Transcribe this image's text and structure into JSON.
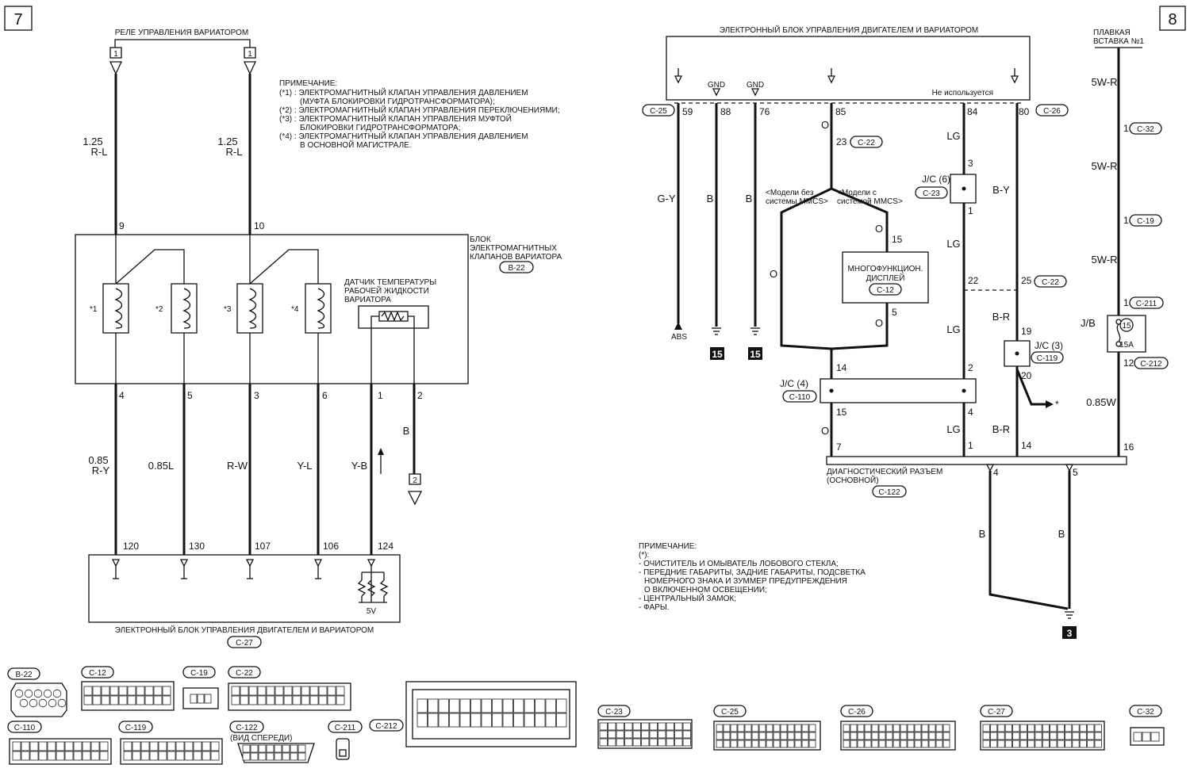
{
  "page_left": {
    "number": "7"
  },
  "page_right": {
    "number": "8"
  },
  "left": {
    "relay_title": "РЕЛЕ УПРАВЛЕНИЯ ВАРИАТОРОМ",
    "relay_ref": "1",
    "note_title": "ПРИМЕЧАНИЕ:",
    "notes": [
      "(*1) : ЭЛЕКТРОМАГНИТНЫЙ КЛАПАН УПРАВЛЕНИЯ ДАВЛЕНИЕМ",
      "(МУФТА БЛОКИРОВКИ ГИДРОТРАНСФОРМАТОРА);",
      "(*2) : ЭЛЕКТРОМАГНИТНЫЙ КЛАПАН УПРАВЛЕНИЯ ПЕРЕКЛЮЧЕНИЯМИ;",
      "(*3) : ЭЛЕКТРОМАГНИТНЫЙ КЛАПАН УПРАВЛЕНИЯ МУФТОЙ",
      "БЛОКИРОВКИ ГИДРОТРАНСФОРМАТОРА;",
      "(*4) : ЭЛЕКТРОМАГНИТНЫЙ КЛАПАН УПРАВЛЕНИЯ ДАВЛЕНИЕМ",
      "В ОСНОВНОЙ МАГИСТРАЛЕ."
    ],
    "wire_size_top": "1.25",
    "wire_color_top": "R-L",
    "pin_in_a": "9",
    "pin_in_b": "10",
    "block_label": [
      "БЛОК",
      "ЭЛЕКТРОМАГНИТНЫХ",
      "КЛАПАНОВ ВАРИАТОРА"
    ],
    "block_conn": "B-22",
    "solenoids": [
      "*1",
      "*2",
      "*3",
      "*4"
    ],
    "sensor_label": [
      "ДАТЧИК ТЕМПЕРАТУРЫ",
      "РАБОЧЕЙ ЖИДКОСТИ",
      "ВАРИАТОРА"
    ],
    "block_pins": [
      "4",
      "5",
      "3",
      "6",
      "1",
      "2"
    ],
    "wire_labels": [
      {
        "size": "0.85",
        "color": "R-Y"
      },
      {
        "size": "",
        "color": "0.85L"
      },
      {
        "size": "",
        "color": "R-W"
      },
      {
        "size": "",
        "color": "Y-L"
      },
      {
        "size": "",
        "color": "Y-B"
      },
      {
        "size": "",
        "color": "B"
      }
    ],
    "ground_ref": "2",
    "ecu_pins": [
      "120",
      "130",
      "107",
      "106",
      "124"
    ],
    "ecu_voltage": "5V",
    "ecu_label": "ЭЛЕКТРОННЫЙ БЛОК УПРАВЛЕНИЯ ДВИГАТЕЛЕМ И ВАРИАТОРОМ",
    "ecu_conn": "C-27"
  },
  "right": {
    "ecu_label": "ЭЛЕКТРОННЫЙ БЛОК УПРАВЛЕНИЯ ДВИГАТЕЛЕМ И ВАРИАТОРОМ",
    "gnd_a": "GND",
    "gnd_b": "GND",
    "not_used": "Не используется",
    "conn_c25": "C-25",
    "conn_c26": "C-26",
    "pins_top": [
      "59",
      "88",
      "76",
      "85",
      "84",
      "80"
    ],
    "wire_colors": [
      "G-Y",
      "B",
      "B",
      "O",
      "LG",
      "B-Y"
    ],
    "abs": "ABS",
    "ground_15": "15",
    "c22": "C-22",
    "pin_23": "23",
    "mmcs_no": [
      "<Модели без",
      "системы MMCS>"
    ],
    "mmcs_yes": [
      "<Модели с",
      "системой MMCS>"
    ],
    "wire_o": "O",
    "pin_15": "15",
    "pin_5": "5",
    "display": [
      "МНОГОФУНКЦИОН.",
      "ДИСПЛЕЙ"
    ],
    "c12": "C-12",
    "jc6": "J/C (6)",
    "c23": "C-23",
    "pin_3": "3",
    "pin_1": "1",
    "pin_22": "22",
    "pin_25": "25",
    "br": "B-R",
    "jc3": "J/C (3)",
    "c119": "C-119",
    "pin_19": "19",
    "pin_20": "20",
    "star": "*",
    "jc4": "J/C (4)",
    "c110": "C-110",
    "pin_14": "14",
    "pin_2": "2",
    "pin_4": "4",
    "pin_7": "7",
    "pin_16": "16",
    "diag_label": [
      "ДИАГНОСТИЧЕСКИЙ РАЗЪЕМ",
      "(ОСНОВНОЙ)"
    ],
    "c122": "C-122",
    "diag_pin_4": "4",
    "diag_pin_5": "5",
    "ground_3": "3",
    "fuse_title": [
      "ПЛАВКАЯ",
      "ВСТАВКА №1"
    ],
    "fuse_wire": "5W-R",
    "c32": "C-32",
    "c19": "C-19",
    "c211": "C-211",
    "c212": "C-212",
    "jb": "J/B",
    "fuse_no": "15",
    "fuse_amp": "15A",
    "fuse_pin_12": "12",
    "wire_085w": "0.85W",
    "note_title": "ПРИМЕЧАНИЕ:",
    "notes": [
      "(*):",
      "- ОЧИСТИТЕЛЬ И ОМЫВАТЕЛЬ ЛОБОВОГО СТЕКЛА;",
      "- ПЕРЕДНИЕ ГАБАРИТЫ, ЗАДНИЕ ГАБАРИТЫ, ПОДСВЕТКА",
      "НОМЕРНОГО ЗНАКА И ЗУММЕР ПРЕДУПРЕЖДЕНИЯ",
      "О ВКЛЮЧЕННОМ ОСВЕЩЕНИИ;",
      "- ЦЕНТРАЛЬНЫЙ ЗАМОК;",
      "- ФАРЫ."
    ]
  },
  "connectors": {
    "b22": "B-22",
    "c12": "C-12",
    "c19": "C-19",
    "c22": "C-22",
    "c23": "C-23",
    "c25": "C-25",
    "c26": "C-26",
    "c27": "C-27",
    "c32": "C-32",
    "c110": "C-110",
    "c119": "C-119",
    "c122": "C-122",
    "c211": "C-211",
    "c212": "C-212",
    "front_view": "(ВИД СПЕРЕДИ)"
  }
}
